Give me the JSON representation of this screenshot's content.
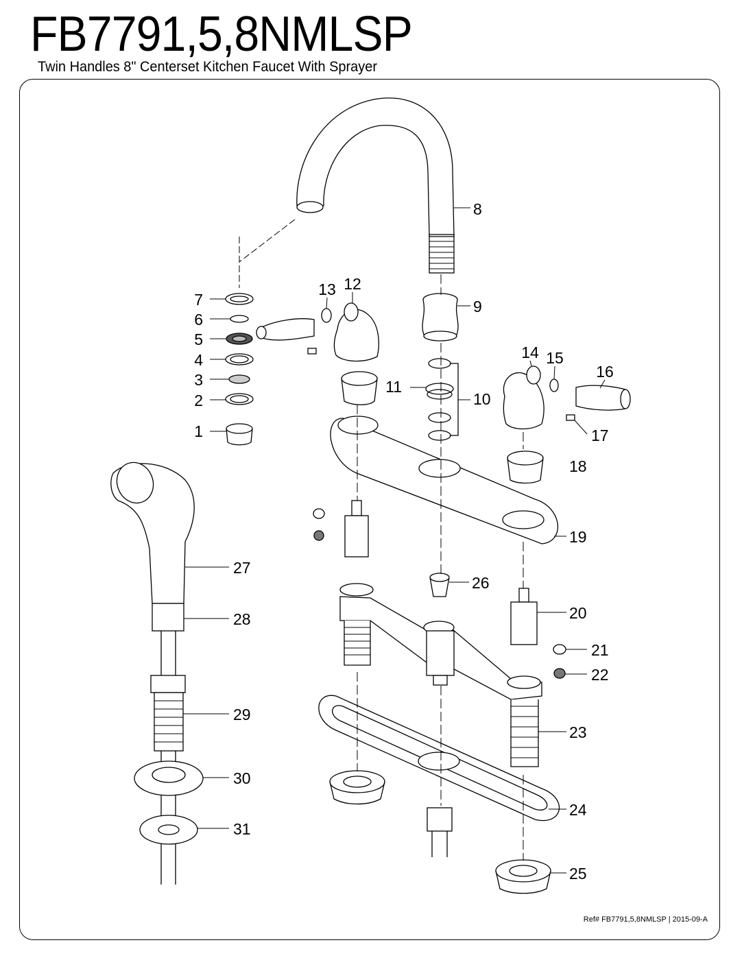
{
  "header": {
    "model": "FB7791,5,8NMLSP",
    "subtitle": "Twin Handles 8\" Centerset Kitchen Faucet With Sprayer"
  },
  "footer": {
    "ref": "Ref# FB7791,5,8NMLSP | 2015-09-A"
  },
  "parts": [
    "1",
    "2",
    "3",
    "4",
    "5",
    "6",
    "7",
    "8",
    "9",
    "10",
    "11",
    "12",
    "13",
    "14",
    "15",
    "16",
    "17",
    "18",
    "19",
    "20",
    "21",
    "22",
    "23",
    "24",
    "25",
    "26",
    "27",
    "28",
    "29",
    "30",
    "31"
  ]
}
